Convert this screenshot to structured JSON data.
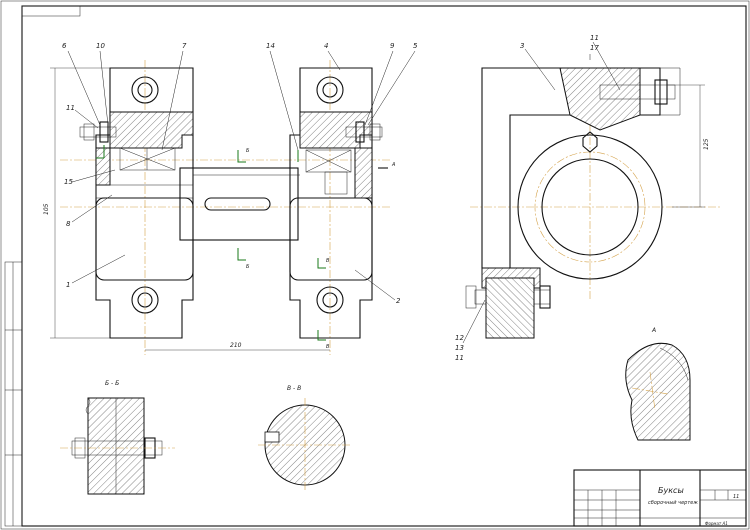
{
  "callouts": {
    "c1": "1",
    "c2": "2",
    "c3": "3",
    "c4": "4",
    "c5": "5",
    "c6": "6",
    "c7": "7",
    "c8": "8",
    "c9": "9",
    "c10": "10",
    "c11": "11",
    "c11b": "11",
    "c11c": "11",
    "c12": "12",
    "c13": "13",
    "c14": "14",
    "c15": "15",
    "c17": "17"
  },
  "dimensions": {
    "height_left": "105",
    "width_bottom": "210",
    "height_right": "125"
  },
  "section_marks": {
    "b_top": "Б",
    "b_bottom": "Б",
    "v_top": "В",
    "v_bottom": "В",
    "a_arrow": "А"
  },
  "view_titles": {
    "section_b": "Б - Б",
    "section_v": "В - В",
    "detail_a": "А"
  },
  "title_block": {
    "title_line1": "Буксы",
    "title_line2": "сборочный чертеж",
    "sheet_number": "11",
    "format": "Формат  А1"
  },
  "colors": {
    "line": "#111111",
    "centerline": "#d4a24a",
    "green_mark": "#1a7a1a"
  }
}
